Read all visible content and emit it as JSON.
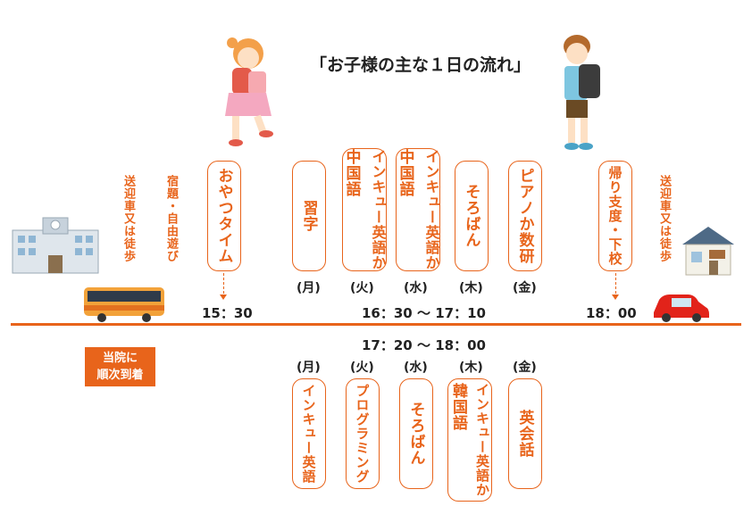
{
  "title": "「お子様の主な１日の流れ」",
  "left": {
    "go_text": "送迎車又は徒歩",
    "homework_text": "宿題・自由遊び"
  },
  "snack": {
    "label": "おやつタイム",
    "time": "15：30"
  },
  "slot1": {
    "time": "16：30 〜 17：10",
    "days": [
      {
        "day": "(月)",
        "main": "習字",
        "sub": ""
      },
      {
        "day": "(火)",
        "main": "インキュー英語か",
        "sub": "中国語"
      },
      {
        "day": "(水)",
        "main": "インキュー英語か",
        "sub": "中国語"
      },
      {
        "day": "(木)",
        "main": "そろばん",
        "sub": ""
      },
      {
        "day": "(金)",
        "main": "ピアノか数研",
        "sub": ""
      }
    ]
  },
  "slot2": {
    "time": "17：20 〜 18：00",
    "days": [
      {
        "day": "(月)",
        "main": "インキュー英語",
        "sub": ""
      },
      {
        "day": "(火)",
        "main": "プログラミング",
        "sub": ""
      },
      {
        "day": "(水)",
        "main": "そろばん",
        "sub": ""
      },
      {
        "day": "(木)",
        "main": "インキュー英語か",
        "sub": "韓国語"
      },
      {
        "day": "(金)",
        "main": "英会話",
        "sub": ""
      }
    ]
  },
  "departure": {
    "prep_text": "帰り支度・下校",
    "time": "18：00",
    "go_text": "送迎車又は徒歩"
  },
  "arrival": {
    "line1": "当院に",
    "line2": "順次到着"
  },
  "colors": {
    "accent": "#e8641b",
    "text": "#222222"
  }
}
